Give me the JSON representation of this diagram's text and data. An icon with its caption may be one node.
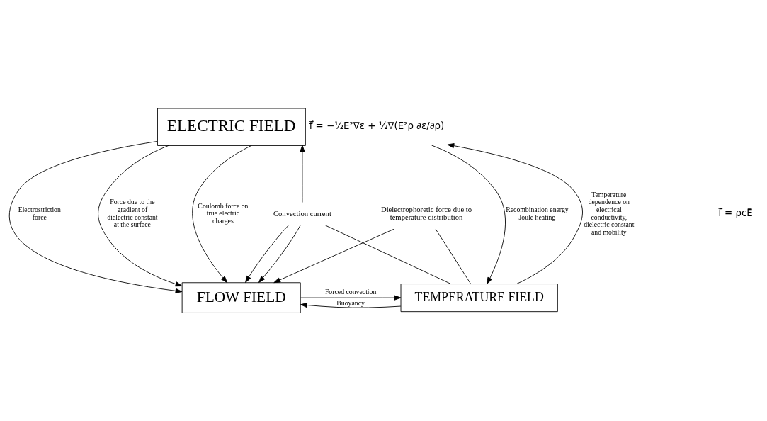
{
  "diagram": {
    "nodes": [
      {
        "text": [
          "ELECTRIC FIELD"
        ],
        "beside": [
          "f⃗ = −½E²∇ε + ½∇(E²ρ ∂ε/∂ρ)"
        ]
      },
      {
        "text": [
          "FLOW FIELD"
        ]
      },
      {
        "text": [
          "TEMPERATURE FIELD"
        ]
      },
      {
        "text": [
          "Convection current"
        ]
      },
      {
        "text": [
          "Dielectrophoretic force due to temperature distribution"
        ]
      }
    ],
    "edges": [
      {
        "from": 0,
        "to": 1,
        "arrow": "to",
        "label": "Electrostriction force"
      },
      {
        "from": 0,
        "to": 1,
        "arrow": "to",
        "label": "Force due to the gradient of dielectric constant at the surface"
      },
      {
        "from": 0,
        "to": 1,
        "arrow": "to",
        "label": "Coulomb force on true electric charges"
      },
      {
        "from": 3,
        "to": 0,
        "arrow": "to"
      },
      {
        "from": 3,
        "to": 1,
        "arrow": "to"
      },
      {
        "from": 3,
        "to": 1,
        "arrow": "to"
      },
      {
        "from": 3,
        "to": 2,
        "arrow": "none"
      },
      {
        "from": 4,
        "to": 1,
        "arrow": "to"
      },
      {
        "from": 4,
        "to": 2,
        "arrow": "none"
      },
      {
        "from": 0,
        "to": 2,
        "arrow": "to",
        "label": "Recombination energy Joule heating"
      },
      {
        "from": 2,
        "to": 0,
        "arrow": "to",
        "label": "Temperature dependence on electrical conductivity, dielectric constant and mobility"
      },
      {
        "from": 2,
        "to": 1,
        "arrow": "to",
        "label": "Buoyancy"
      },
      {
        "from": 1,
        "to": 2,
        "arrow": "to",
        "label": "Forced convection"
      }
    ],
    "labels": [
      "f⃗ = ρcE⃗"
    ]
  }
}
